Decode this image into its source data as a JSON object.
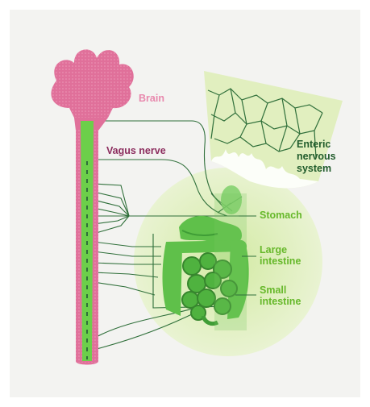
{
  "labels": {
    "brain": "Brain",
    "vagus": "Vagus nerve",
    "enteric_1": "Enteric",
    "enteric_2": "nervous",
    "enteric_3": "system",
    "stomach": "Stomach",
    "large_1": "Large",
    "large_2": "intestine",
    "small_1": "Small",
    "small_2": "intestine"
  },
  "colors": {
    "background": "#f2f2f0",
    "brain": "#e0709a",
    "brain_label": "#e888ad",
    "vagus_label": "#8c2d5e",
    "nerve": "#2f6f3a",
    "organ_green": "#5fc04a",
    "organ_dark": "#3f9d36",
    "halo": "#e4f0c8",
    "enteric_label": "#215c2c",
    "organ_label": "#66b82a"
  }
}
